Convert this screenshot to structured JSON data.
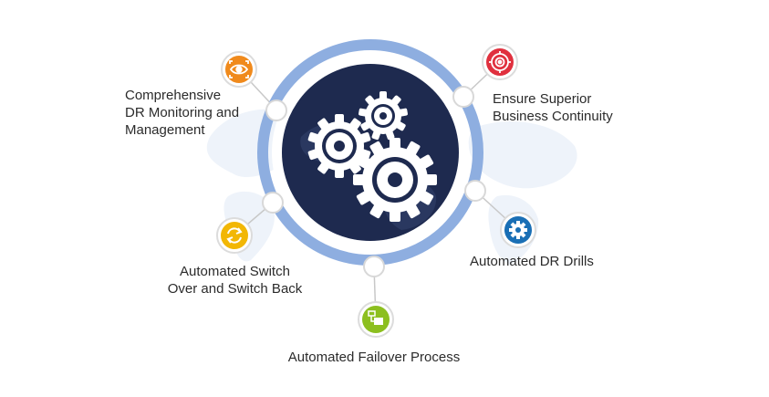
{
  "diagram": {
    "features": [
      {
        "id": "monitor",
        "label": "Comprehensive\nDR Monitoring and\nManagement",
        "icon": "eye-icon",
        "color": "#f08a1c"
      },
      {
        "id": "continuity",
        "label": "Ensure Superior\nBusiness Continuity",
        "icon": "target-icon",
        "color": "#e0303e"
      },
      {
        "id": "drills",
        "label": "Automated DR Drills",
        "icon": "gear-icon",
        "color": "#1a6fb5"
      },
      {
        "id": "switch",
        "label": "Automated Switch\nOver and Switch Back",
        "icon": "refresh-icon",
        "color": "#f2b705"
      },
      {
        "id": "failover",
        "label": "Automated Failover Process",
        "icon": "failover-icon",
        "color": "#8cbf1f"
      }
    ],
    "center": {
      "icon": "gears-icon",
      "bg_color": "#1e2a4f",
      "ring_color": "#8eaee0"
    }
  }
}
